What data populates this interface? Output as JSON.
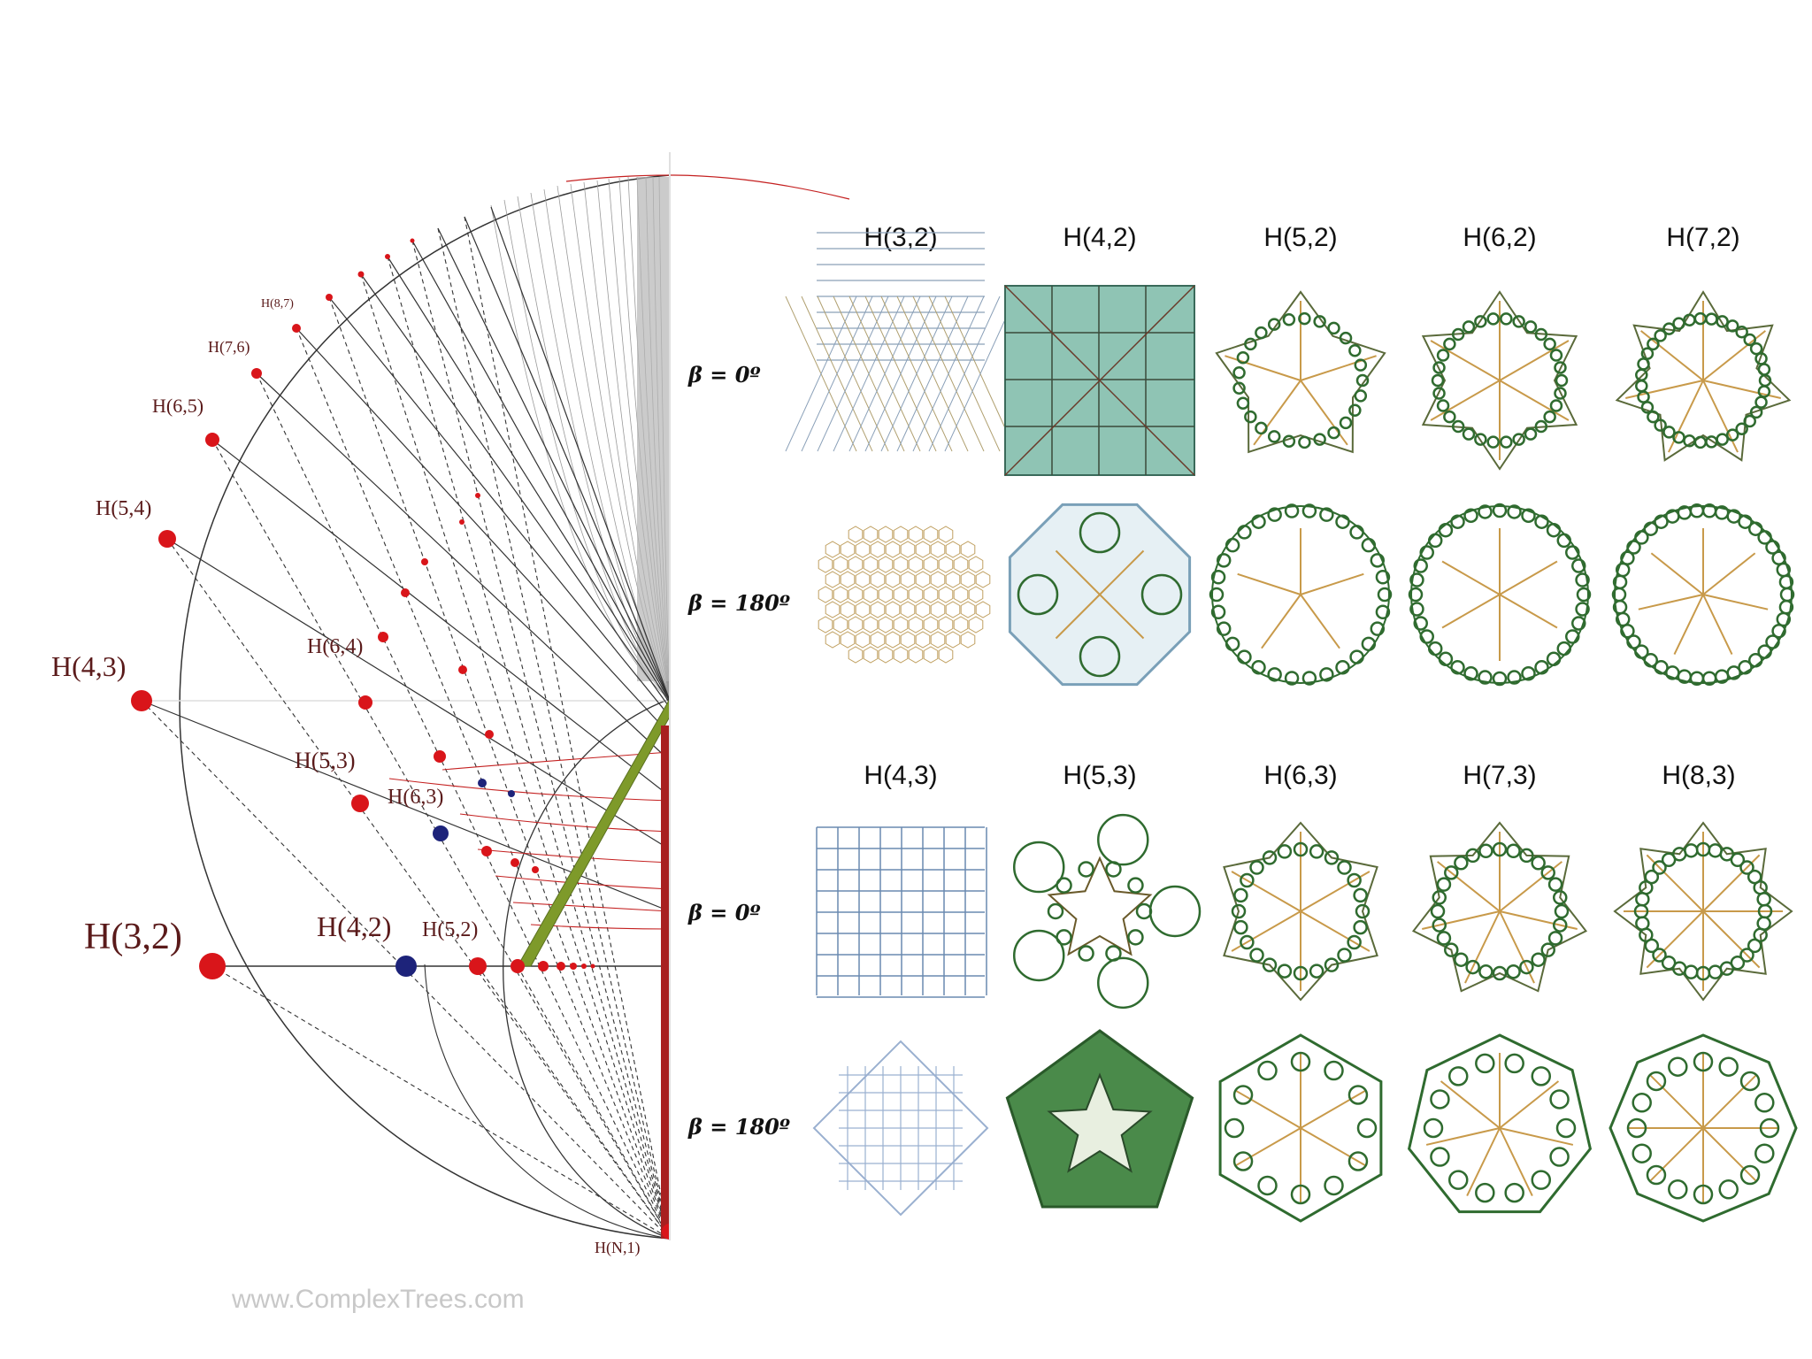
{
  "left_diagram": {
    "labels": {
      "h32": "H(3,2)",
      "h43": "H(4,3)",
      "h54": "H(5,4)",
      "h65": "H(6,5)",
      "h76": "H(7,6)",
      "h87": "H(8,7)",
      "h64": "H(6,4)",
      "h53": "H(5,3)",
      "h63": "H(6,3)",
      "h42": "H(4,2)",
      "h52": "H(5,2)",
      "hn1": "H(N,1)"
    },
    "colors": {
      "point": "#d9151a",
      "special_point": "#1d237a",
      "band": "#7e9a2a",
      "edge": "#a82020"
    }
  },
  "grid": {
    "top_titles": [
      "H(3,2)",
      "H(4,2)",
      "H(5,2)",
      "H(6,2)",
      "H(7,2)"
    ],
    "bottom_titles": [
      "H(4,3)",
      "H(5,3)",
      "H(6,3)",
      "H(7,3)",
      "H(8,3)"
    ],
    "row_labels": [
      "β = 0º",
      "β = 180º",
      "β = 0º",
      "β = 180º"
    ],
    "tile_color": "#2f6b2f",
    "tile_accent": "#c89a4a",
    "square_fill": "#8fc4b4"
  },
  "watermark": "www.ComplexTrees.com"
}
